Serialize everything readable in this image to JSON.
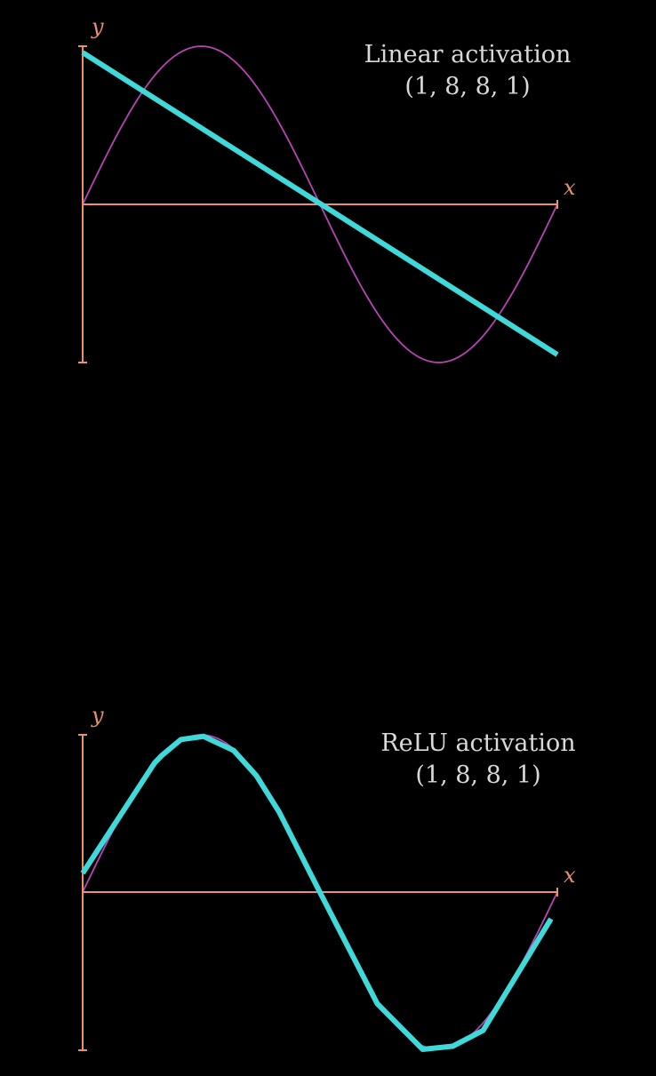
{
  "colors": {
    "background": "#000000",
    "axis": "#e8916a",
    "target": "#b545b5",
    "fit": "#3fd9d9",
    "title": "#d9d9d9"
  },
  "chart_data": [
    {
      "type": "line",
      "title": "Linear activation",
      "subtitle": "(1, 8, 8, 1)",
      "xlabel": "x",
      "ylabel": "y",
      "xlim": [
        0,
        6.2832
      ],
      "ylim": [
        -1,
        1
      ],
      "grid": false,
      "legend": "none",
      "series": [
        {
          "role": "target",
          "function": "sin",
          "samples": 121
        },
        {
          "role": "fit",
          "x": [
            0,
            6.2832
          ],
          "y": [
            0.96,
            -0.95
          ]
        }
      ]
    },
    {
      "type": "line",
      "title": "ReLU activation",
      "subtitle": "(1, 8, 8, 1)",
      "xlabel": "x",
      "ylabel": "y",
      "xlim": [
        0,
        6.2832
      ],
      "ylim": [
        -1,
        1
      ],
      "grid": false,
      "legend": "none",
      "series": [
        {
          "role": "target",
          "function": "sin",
          "samples": 121
        },
        {
          "role": "fit",
          "x": [
            0,
            0.95,
            1.05,
            1.3,
            1.6,
            2.0,
            2.3,
            2.6,
            3.15,
            3.9,
            4.5,
            4.9,
            5.3,
            6.2
          ],
          "y": [
            0.12,
            0.82,
            0.87,
            0.97,
            0.99,
            0.9,
            0.74,
            0.51,
            -0.01,
            -0.71,
            -1.0,
            -0.98,
            -0.88,
            -0.17
          ]
        }
      ]
    }
  ]
}
